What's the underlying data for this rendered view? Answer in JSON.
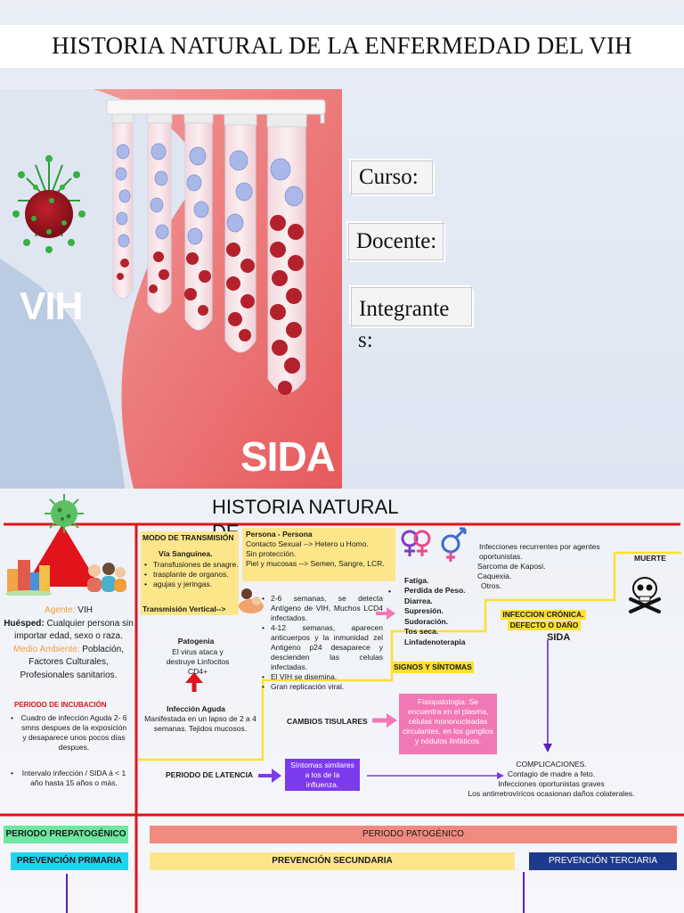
{
  "slide1": {
    "title": "HISTORIA NATURAL DE LA ENFERMEDAD DEL VIH",
    "illustration": {
      "label_vih": "VIH",
      "label_sida": "SIDA"
    },
    "labels": {
      "curso": "Curso:",
      "docente": "Docente:",
      "integrantes_1": "Integrante",
      "integrantes_2": "s:"
    }
  },
  "slide2": {
    "title": "HISTORIA NATURAL",
    "title_line2": "DE",
    "prepatogenic": {
      "agente_label": "Agente:",
      "agente_value": "VIH",
      "huesped_label": "Huésped:",
      "huesped_value": "Cualquier persona sin importar edad, sexo o raza.",
      "medio_label": "Medio Ambiente:",
      "medio_value": "Población, Factores Culturales, Profesionales sanitarios.",
      "incubacion_title": "PERIODO DE INCUBACIÓN",
      "incubacion_items": [
        "Cuadro de infección Aguda 2- 6 smns despues de la exposición y desaparece unos pocos días despues.",
        "Intervalo infección / SIDA á < 1 año hasta 15 años o más."
      ]
    },
    "transmision": {
      "title": "MODO DE TRANSMISIÓN",
      "via_sanguinea": "Vía Sanguínea.",
      "items": [
        "Transfusiones de snagre.",
        "trasplante de organos.",
        "agujas y jeringas."
      ],
      "vertical": "Transmisión Vertical-->"
    },
    "persona": {
      "title": "Persona - Persona",
      "lines": [
        "Contacto Sexual --> Hetero u Homo.",
        "Sin protección.",
        "Piel y mucosas --> Semen, Sangre, LCR."
      ]
    },
    "patogenia": {
      "title": "Patogenia",
      "text": "El virus ataca y destruye Linfocitos CD4+"
    },
    "infeccion_aguda": {
      "title": "Infección Aguda",
      "text": "Manifestada en un lapso de 2 a 4 semanas. Tejidos mucosos."
    },
    "progresion": [
      "2-6 semanas, se detecta Antígeno de VIH, Muchos LCD4 infectados.",
      "4-12 semanas, aparecen anticuerpos y la inmunidad zel Antigeno p24 desaparece y descienden las celulas infectadas.",
      "El VIH se disemina.",
      "Gran replicación viral."
    ],
    "sintomas_list": [
      "Fatiga.",
      "Perdida de Peso.",
      "Diarrea.",
      "Supresión.",
      "Sudoración.",
      "Tos seca.",
      "Linfadenoterapia"
    ],
    "signos_sintomas": "SIGNOS Y SÍNTOMAS",
    "cronica": {
      "infecciones": [
        "Infecciones recurrentes por agentes oportunistas.",
        "Sarcoma de Kaposi.",
        "Caquexia.",
        "Otros."
      ],
      "muerte": "MUERTE",
      "infeccion_cronica": "INFECCION CRÓNICA.",
      "defecto": "DEFECTO O DAÑO",
      "sida": "SIDA"
    },
    "cambios_tisulares": "CAMBIOS TISULARES",
    "fisiopatologia": "Fisiopatología: Se encuentra en el plasma, células mononucleadas circulantes, en los ganglios y nódulos linfáticos.",
    "latencia": {
      "label": "PERIODO DE LATENCIA",
      "sintomas": "Síntomas similares a los de la influenza."
    },
    "complicaciones": {
      "title": "COMPLICACIONES.",
      "lines": [
        "Contagio de madre a feto.",
        "Infecciones oportunistas graves",
        "Los antirretrovíricos ocasionan daños colaterales."
      ]
    },
    "periods": {
      "prepatogenico": "PERIODO PREPATOGÉNICO",
      "patogenico": "PERIODO PATOGÉNICO",
      "prev_primaria": "PREVENCIÓN PRIMARIA",
      "prev_secundaria": "PREVENCIÓN SECUNDARIA",
      "prev_terciaria": "PREVENCIÓN TERCIARIA"
    }
  },
  "colors": {
    "red": "#e0141a",
    "yellow": "#fde12d",
    "pink_box": "#f277b5",
    "purple_box": "#7c3aed",
    "green_bar": "#6ee7a0",
    "cyan_bar": "#22d3ee",
    "salmon_bar": "#f08a7e",
    "navy_bar": "#1e3a8a"
  }
}
